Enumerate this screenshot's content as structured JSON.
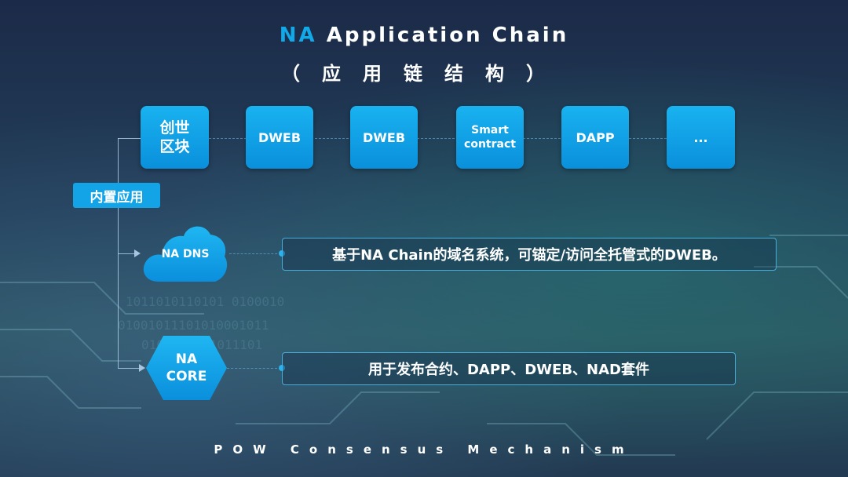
{
  "title": {
    "accent": "NA",
    "rest": "Application Chain"
  },
  "subtitle": "（应用链结构）",
  "chain_blocks": [
    {
      "label": "创世\n区块"
    },
    {
      "label": "DWEB"
    },
    {
      "label": "DWEB"
    },
    {
      "label": "Smart\ncontract"
    },
    {
      "label": "DAPP"
    },
    {
      "label": "..."
    }
  ],
  "builtin_label": "内置应用",
  "dns": {
    "label": "NA DNS",
    "description": "基于NA Chain的域名系统，可锚定/访问全托管式的DWEB。"
  },
  "core": {
    "label": "NA\nCORE",
    "description": "用于发布合约、DAPP、DWEB、NAD套件"
  },
  "footer": "POW Consensus Mechanism",
  "colors": {
    "accent": "#12a9e8",
    "block": "#0a90dc",
    "border": "#50bef0"
  }
}
